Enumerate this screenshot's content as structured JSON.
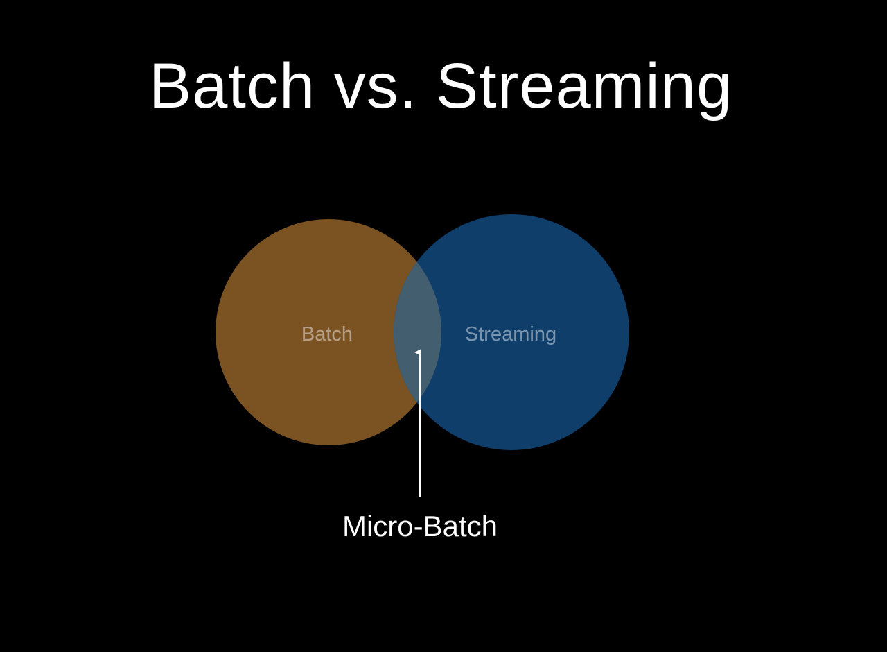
{
  "title": "Batch vs. Streaming",
  "diagram": {
    "sets": [
      {
        "label": "Batch",
        "color": "#7b5222"
      },
      {
        "label": "Streaming",
        "color": "#0f3e6b"
      }
    ],
    "overlap": {
      "label": "Micro-Batch",
      "color": "#435e6e"
    }
  }
}
